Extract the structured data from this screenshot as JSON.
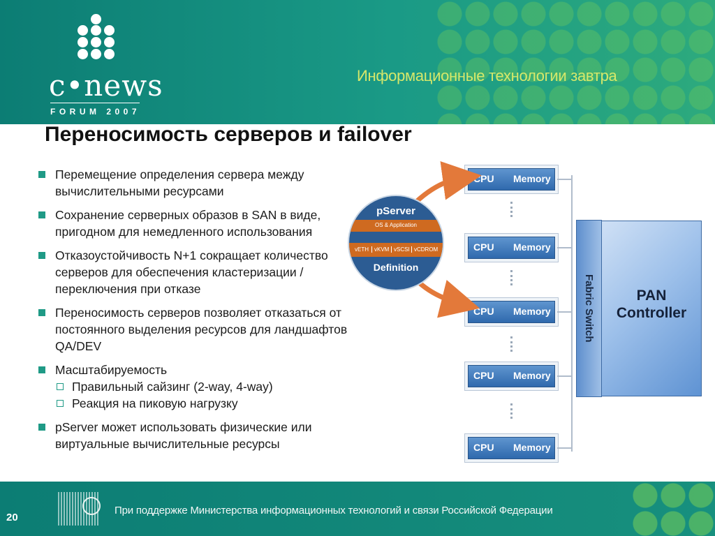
{
  "header": {
    "logo": {
      "word": "c•news",
      "forum": "FORUM 2007"
    },
    "tagline": "Информационные технологии завтра"
  },
  "slide": {
    "title": "Переносимость серверов и failover",
    "bullets": [
      {
        "text": "Перемещение определения сервера между вычислительными ресурсами"
      },
      {
        "text": "Сохранение серверных образов в SAN в виде, пригодном для немедленного использования"
      },
      {
        "text": "Отказоустойчивость N+1 сокращает количество серверов для обеспечения кластеризации / переключения при отказе"
      },
      {
        "text": "Переносимость серверов позволяет отказаться от постоянного выделения ресурсов для ландшафтов QA/DEV"
      },
      {
        "text": "Масштабируемость",
        "sub": [
          "Правильный сайзинг (2-way, 4-way)",
          "Реакция на пиковую нагрузку"
        ]
      },
      {
        "text": "pServer может использовать физические или виртуальные вычислительные ресурсы"
      }
    ]
  },
  "diagram": {
    "servers": [
      {
        "cpu": "CPU",
        "memory": "Memory"
      },
      {
        "cpu": "CPU",
        "memory": "Memory"
      },
      {
        "cpu": "CPU",
        "memory": "Memory"
      },
      {
        "cpu": "CPU",
        "memory": "Memory"
      },
      {
        "cpu": "CPU",
        "memory": "Memory"
      }
    ],
    "fabric_switch": "Fabric Switch",
    "pan": {
      "line1": "PAN",
      "line2": "Controller"
    },
    "pserver": {
      "title": "pServer",
      "os": "OS & Application",
      "virtual": [
        "vETH",
        "vKVM",
        "vSCSI",
        "vCDROM"
      ],
      "definition": "Definition"
    },
    "colors": {
      "arrow": "#e3793a",
      "server": "#3a74b8",
      "disk": "#2c5c93"
    }
  },
  "footer": {
    "text": "При поддержке Министерства информационных технологий и связи Российской Федерации",
    "page": "20"
  }
}
